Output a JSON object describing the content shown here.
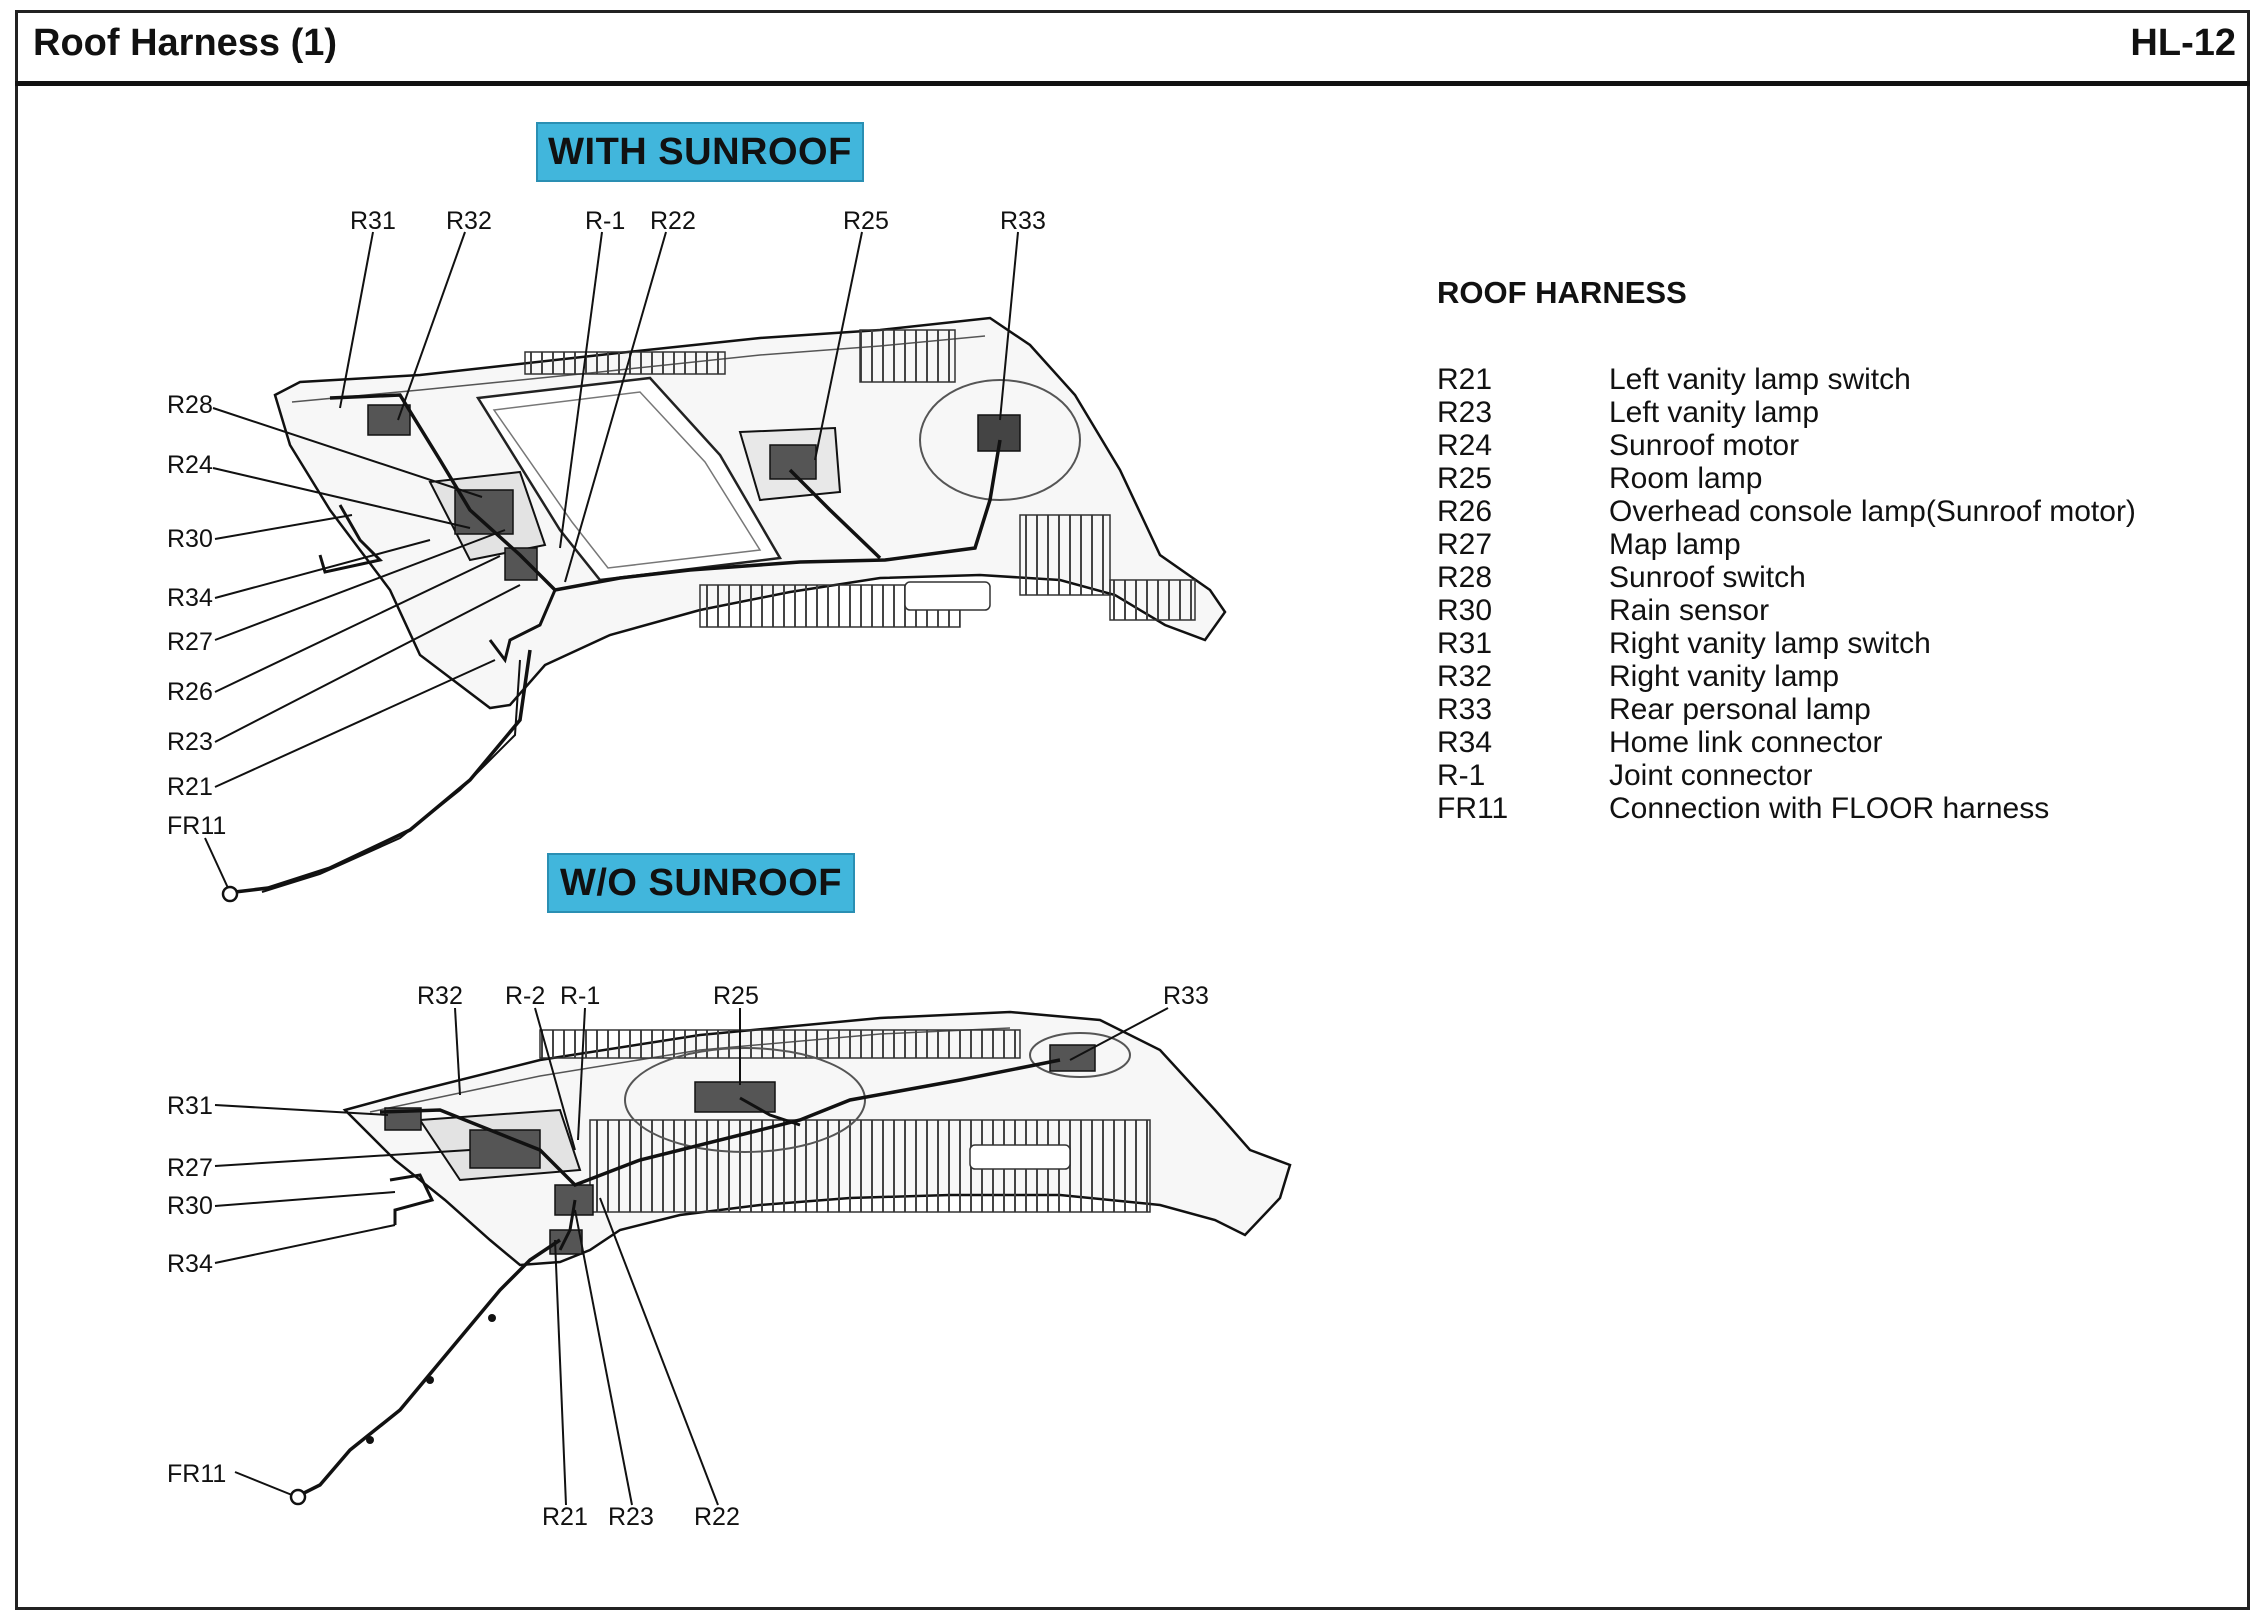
{
  "header": {
    "title": "Roof Harness (1)",
    "code": "HL-12"
  },
  "sections": {
    "with_sunroof": {
      "banner": "WITH SUNROOF",
      "callouts": [
        "R31",
        "R32",
        "R-1",
        "R22",
        "R25",
        "R33",
        "R28",
        "R24",
        "R30",
        "R34",
        "R27",
        "R26",
        "R23",
        "R21",
        "FR11"
      ]
    },
    "wo_sunroof": {
      "banner": "W/O SUNROOF",
      "callouts": [
        "R32",
        "R-2",
        "R-1",
        "R25",
        "R33",
        "R31",
        "R27",
        "R30",
        "R34",
        "FR11",
        "R21",
        "R23",
        "R22"
      ]
    }
  },
  "legend": {
    "title": "ROOF HARNESS",
    "items": [
      {
        "code": "R21",
        "desc": "Left vanity lamp switch"
      },
      {
        "code": "R23",
        "desc": "Left vanity lamp"
      },
      {
        "code": "R24",
        "desc": "Sunroof motor"
      },
      {
        "code": "R25",
        "desc": "Room lamp"
      },
      {
        "code": "R26",
        "desc": "Overhead console lamp(Sunroof motor)"
      },
      {
        "code": "R27",
        "desc": "Map lamp"
      },
      {
        "code": "R28",
        "desc": "Sunroof switch"
      },
      {
        "code": "R30",
        "desc": "Rain sensor"
      },
      {
        "code": "R31",
        "desc": "Right vanity lamp switch"
      },
      {
        "code": "R32",
        "desc": "Right vanity lamp"
      },
      {
        "code": "R33",
        "desc": "Rear personal lamp"
      },
      {
        "code": "R34",
        "desc": "Home link connector"
      },
      {
        "code": "R-1",
        "desc": "Joint connector"
      },
      {
        "code": "FR11",
        "desc": "Connection with FLOOR harness"
      }
    ]
  }
}
